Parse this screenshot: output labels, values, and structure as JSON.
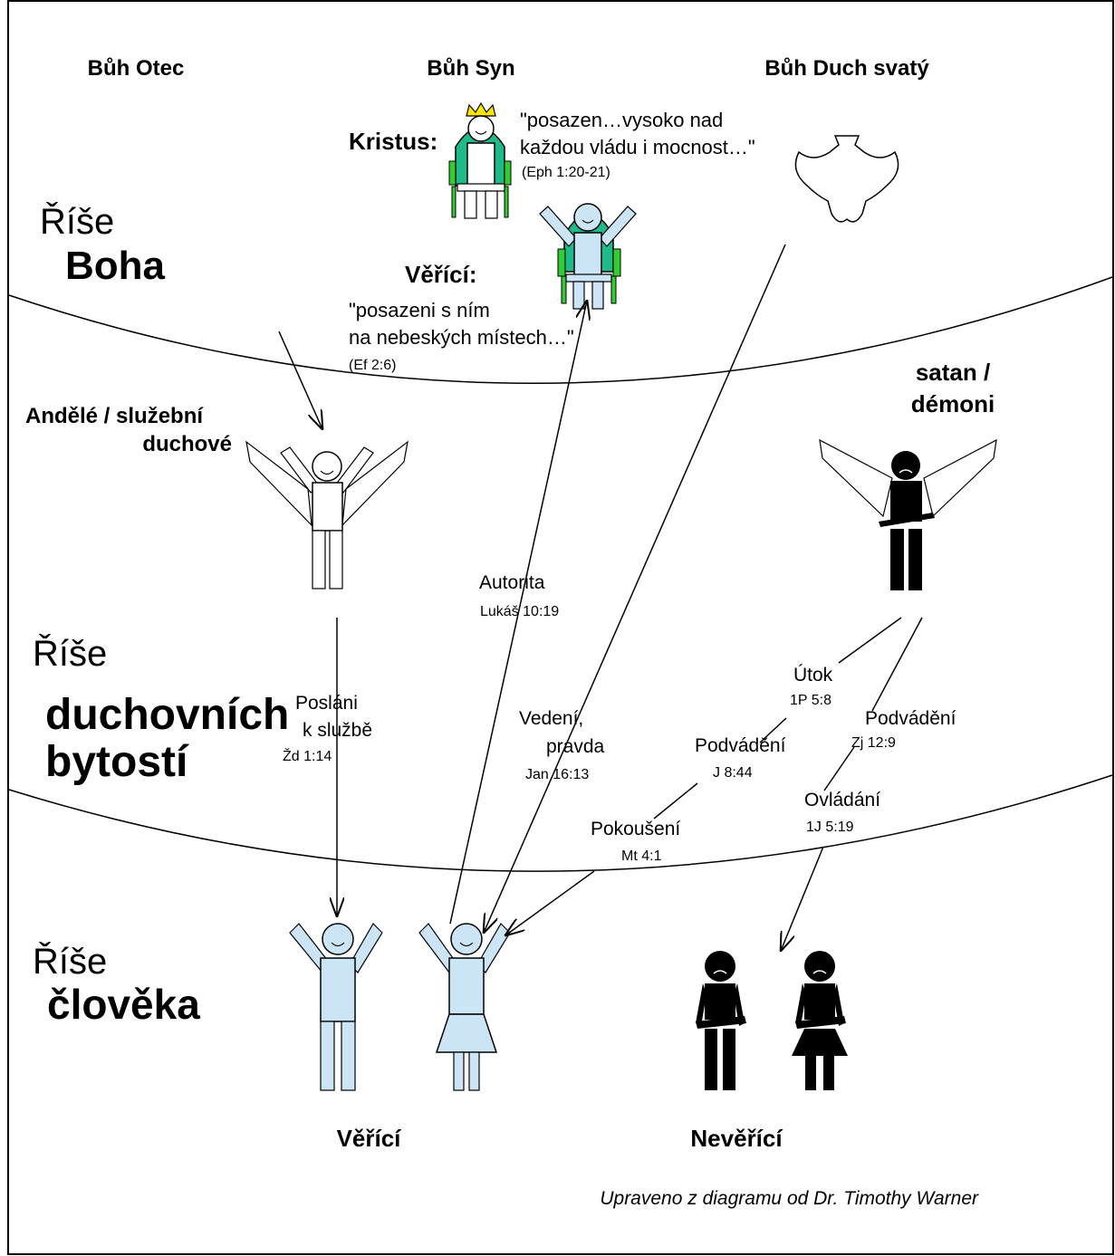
{
  "trinity": {
    "father": "Bůh Otec",
    "son": "Bůh Syn",
    "spirit": "Bůh Duch svatý"
  },
  "realms": {
    "god": {
      "line1": "Říše",
      "line2": "Boha"
    },
    "spiritual": {
      "line1": "Říše",
      "line2": "duchovních",
      "line3": "bytostí"
    },
    "human": {
      "line1": "Říše",
      "line2": "člověka"
    }
  },
  "christ": {
    "label": "Kristus:",
    "quote_line1": "\"posazen…vysoko nad",
    "quote_line2": "každou vládu i mocnost…\"",
    "ref": "(Eph 1:20-21)"
  },
  "believers_seated": {
    "label": "Věřící:",
    "quote_line1": "\"posazeni s ním",
    "quote_line2": "na nebeských místech…\"",
    "ref": "(Ef 2:6)"
  },
  "angels": {
    "line1": "Andělé / služební",
    "line2": "duchové"
  },
  "satan": {
    "line1": "satan /",
    "line2": "démoni"
  },
  "relations": {
    "authority": {
      "label": "Autorita",
      "ref": "Lukáš 10:19"
    },
    "sent": {
      "line1": "Posláni",
      "line2": "k službě",
      "ref": "Žd 1:14"
    },
    "guidance": {
      "line1": "Vedení,",
      "line2": "pravda",
      "ref": "Jan 16:13"
    },
    "attack": {
      "label": "Útok",
      "ref": "1P 5:8"
    },
    "deception_believers": {
      "label": "Podvádění",
      "ref": "J 8:44"
    },
    "deception_unbelievers": {
      "label": "Podvádění",
      "ref": "Zj 12:9"
    },
    "temptation": {
      "label": "Pokoušení",
      "ref": "Mt 4:1"
    },
    "control": {
      "label": "Ovládání",
      "ref": "1J 5:19"
    }
  },
  "groups": {
    "believers": "Věřící",
    "unbelievers": "Nevěřící"
  },
  "credit": "Upraveno z diagramu od Dr. Timothy Warner",
  "colors": {
    "believer_fill": "#cce5f6",
    "throne_green": "#1fba8a",
    "throne_leg_green": "#33cc33",
    "crown_yellow": "#ffe500",
    "ink": "#000000"
  }
}
